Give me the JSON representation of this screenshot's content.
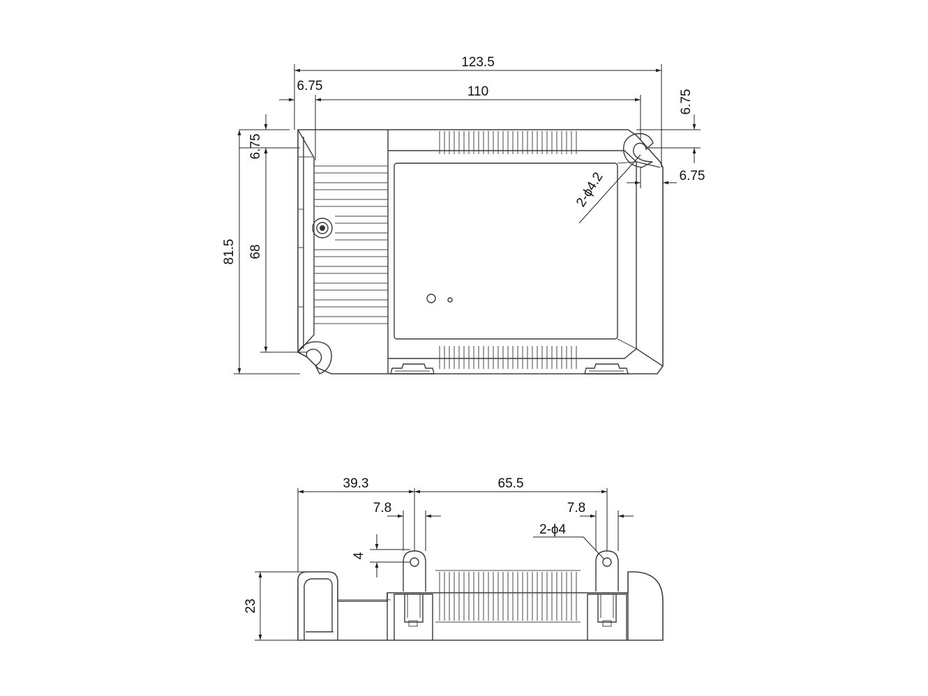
{
  "top_view": {
    "dim_overall_width": "123.5",
    "dim_hole_spacing": "110",
    "dim_left_offset": "6.75",
    "dim_right_top_offset": "6.75",
    "dim_right_side_offset": "6.75",
    "dim_top_offset": "6.75",
    "dim_overall_height": "81.5",
    "dim_hole_vertical": "68",
    "hole_label": "2-ϕ4.2"
  },
  "side_view": {
    "dim_left_to_tab": "39.3",
    "dim_tab_spacing": "65.5",
    "dim_tab_width_left": "7.8",
    "dim_tab_width_right": "7.8",
    "dim_hole_offset": "4",
    "dim_height": "23",
    "hole_label": "2-ϕ4"
  },
  "colors": {
    "outline": "#4a3b36",
    "dimension": "#222222"
  }
}
